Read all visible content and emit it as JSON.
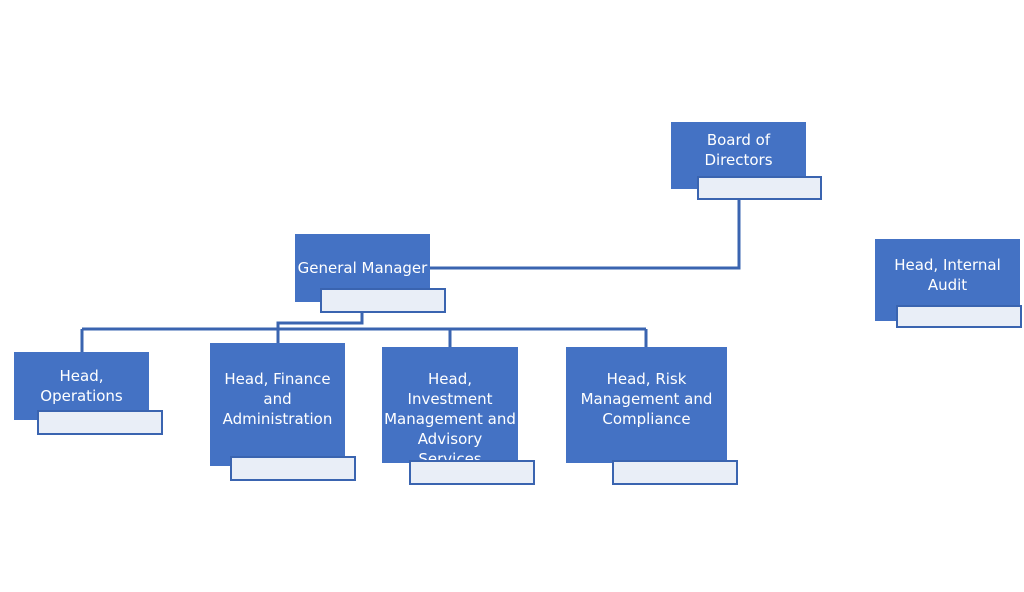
{
  "chart": {
    "nodes": {
      "board": "Board of\nDirectors",
      "general_manager": "General Manager",
      "internal_audit": "Head, Internal\nAudit",
      "operations": "Head, Operations",
      "finance": "Head, Finance\nand\nAdministration",
      "investment": "Head, Investment\nManagement and\nAdvisory Services",
      "risk": "Head, Risk\nManagement and\nCompliance"
    }
  },
  "colors": {
    "node_fill": "#4472c4",
    "node_text": "#ffffff",
    "connector": "#3a64b0",
    "subbox_fill": "#e9eef7"
  }
}
